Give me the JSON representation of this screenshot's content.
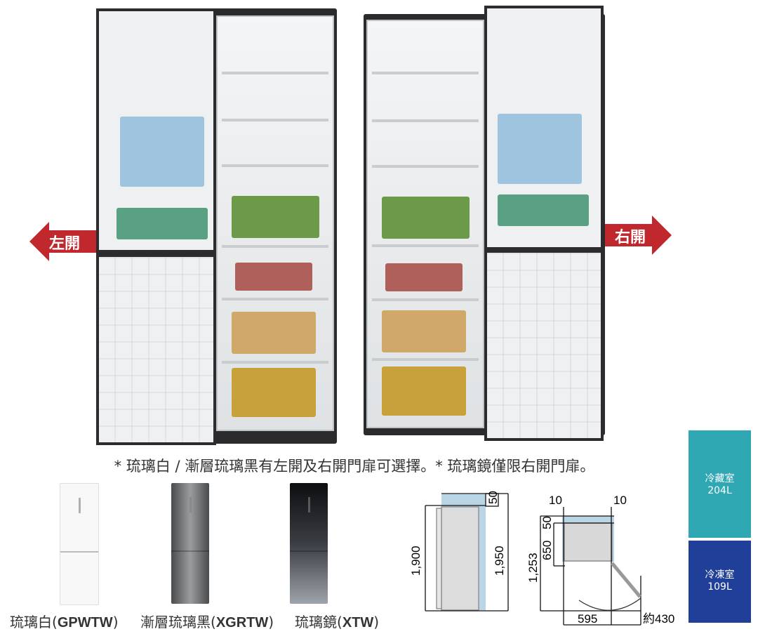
{
  "arrows": {
    "left": "左開",
    "right": "右開"
  },
  "caption": "* 琉璃白 / 漸層琉璃黑有左開及右開門扉可選擇。* 琉璃鏡僅限右開門扉。",
  "models": [
    {
      "name": "琉璃白",
      "code": "GPWTW",
      "color": "#f7f7f7"
    },
    {
      "name": "漸層琉璃黑",
      "code": "XGRTW",
      "color": "#6d6f71"
    },
    {
      "name": "琉璃鏡",
      "code": "XTW",
      "color": "#1c1d20"
    }
  ],
  "dimensions": {
    "height_body": "1,900",
    "height_total": "1,950",
    "top_clearance": "50",
    "side_clearance_left": "10",
    "side_clearance_right": "10",
    "depth_top": "50",
    "depth": "650",
    "door_open_depth": "1,253",
    "width": "595",
    "door_swing": "約430"
  },
  "capacity": {
    "fridge": {
      "label": "冷藏室",
      "value": "204L",
      "color": "#2fa8b4"
    },
    "freezer": {
      "label": "冷凍室",
      "value": "109L",
      "color": "#1f3f98"
    }
  }
}
